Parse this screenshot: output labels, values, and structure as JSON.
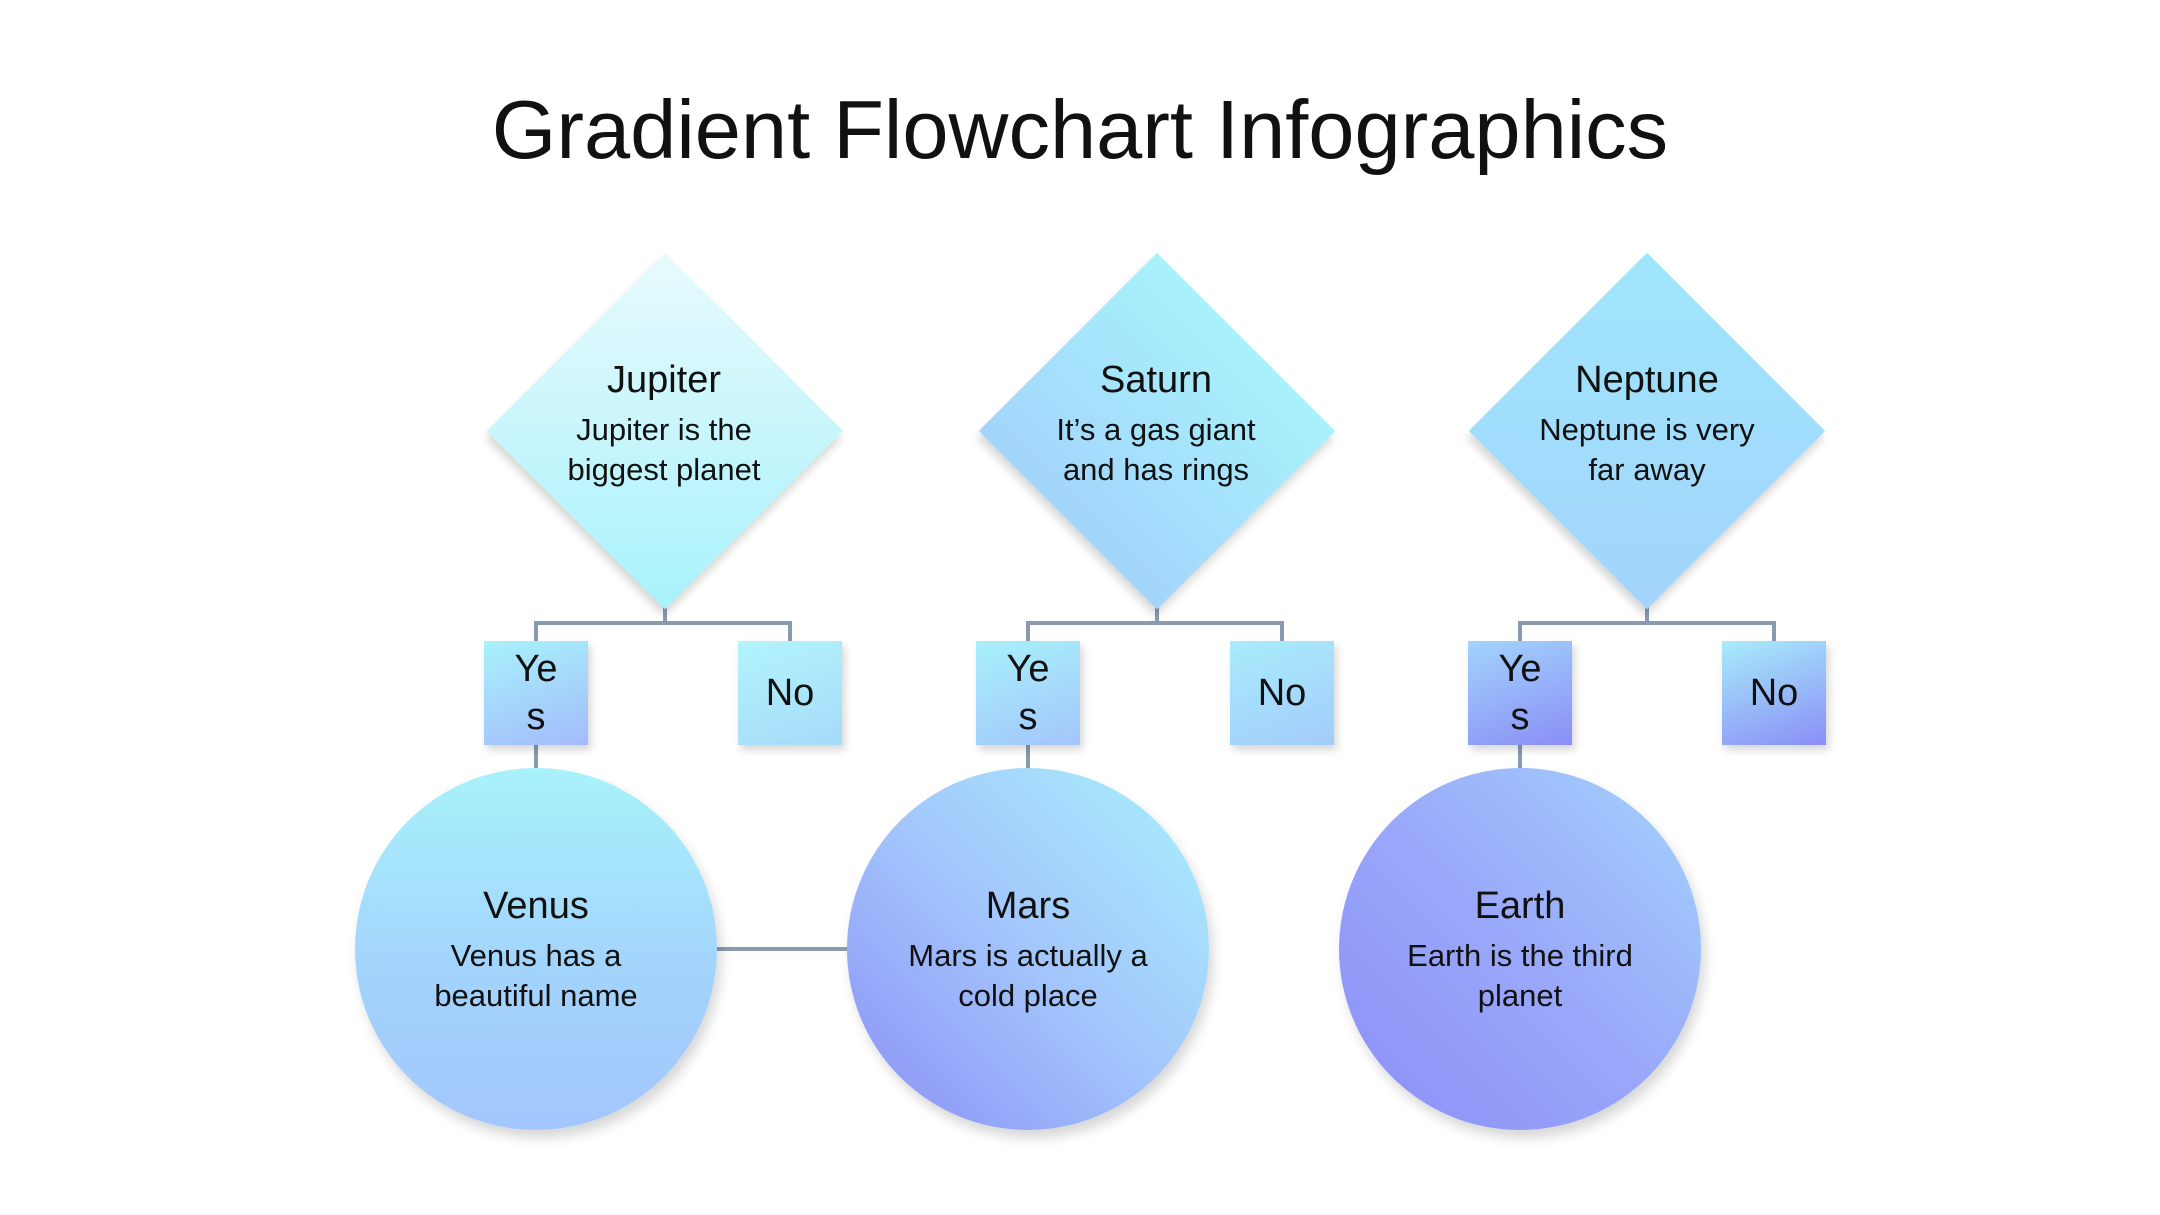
{
  "title": "Gradient Flowchart Infographics",
  "decisions": [
    {
      "title": "Jupiter",
      "description": "Jupiter is the biggest planet",
      "yes": "Yes",
      "no": "No"
    },
    {
      "title": "Saturn",
      "description": "It’s a gas giant and has rings",
      "yes": "Yes",
      "no": "No"
    },
    {
      "title": "Neptune",
      "description": "Neptune is very far away",
      "yes": "Yes",
      "no": "No"
    }
  ],
  "outcomes": [
    {
      "title": "Venus",
      "description": "Venus has a beautiful name"
    },
    {
      "title": "Mars",
      "description": "Mars is actually a cold place"
    },
    {
      "title": "Earth",
      "description": "Earth is the third planet"
    }
  ],
  "colors": {
    "connector": "#8a9bb0",
    "cyan": "#a8f2fb",
    "light_cyan": "#e8fafd",
    "sky": "#a3d4fc",
    "periwinkle": "#9a9ef8",
    "violet": "#8a8ef6"
  }
}
